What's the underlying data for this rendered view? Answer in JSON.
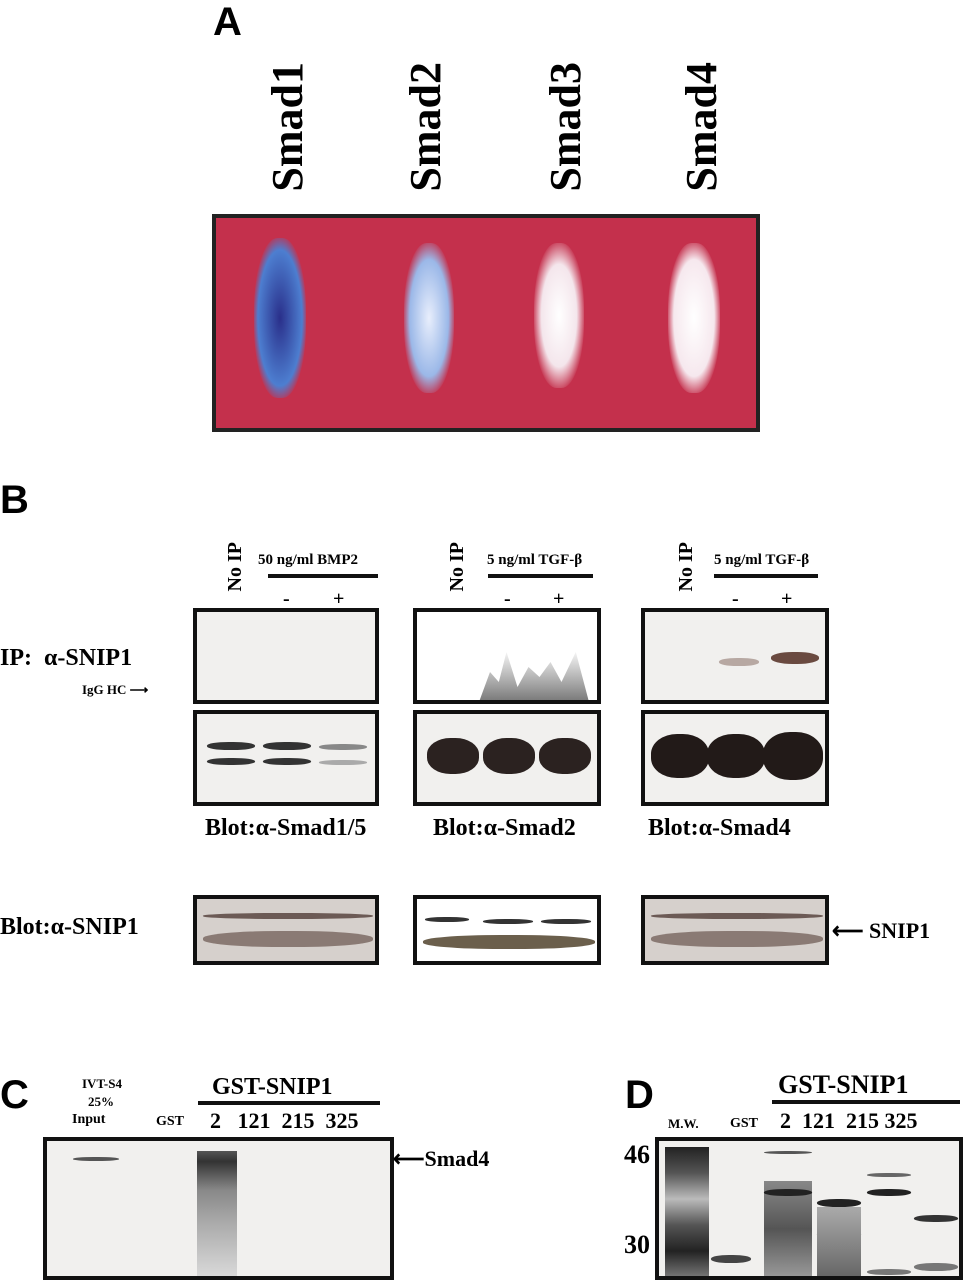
{
  "panels": {
    "a": "A",
    "b": "B",
    "c": "C",
    "d": "D"
  },
  "panel_a": {
    "lanes": [
      "Smad1",
      "Smad2",
      "Smad3",
      "Smad4"
    ],
    "gel_color": "#c4304c"
  },
  "panel_b": {
    "ip_label": "IP:",
    "ip_antibody": "α-SNIP1",
    "igg_label": "IgG HC",
    "groups": [
      {
        "no_ip": "No IP",
        "treatment": "50 ng/ml BMP2",
        "minus": "-",
        "plus": "+",
        "blot": "Blot:α-Smad1/5"
      },
      {
        "no_ip": "No IP",
        "treatment": "5 ng/ml TGF-β",
        "minus": "-",
        "plus": "+",
        "blot": "Blot:α-Smad2"
      },
      {
        "no_ip": "No IP",
        "treatment": "5 ng/ml TGF-β",
        "minus": "-",
        "plus": "+",
        "blot": "Blot:α-Smad4"
      }
    ],
    "snip_blot": "Blot:α-SNIP1",
    "snip_arrow": "SNIP1"
  },
  "panel_c": {
    "input": [
      "IVT-S4",
      "25%",
      "Input"
    ],
    "gst": "GST",
    "construct": "GST-SNIP1",
    "lanes": [
      "2",
      "121",
      "215",
      "325"
    ],
    "arrow": "Smad4"
  },
  "panel_d": {
    "mw": "M.W.",
    "gst": "GST",
    "construct": "GST-SNIP1",
    "lanes": [
      "2",
      "121",
      "215",
      "325"
    ],
    "markers": [
      "46",
      "30"
    ]
  }
}
